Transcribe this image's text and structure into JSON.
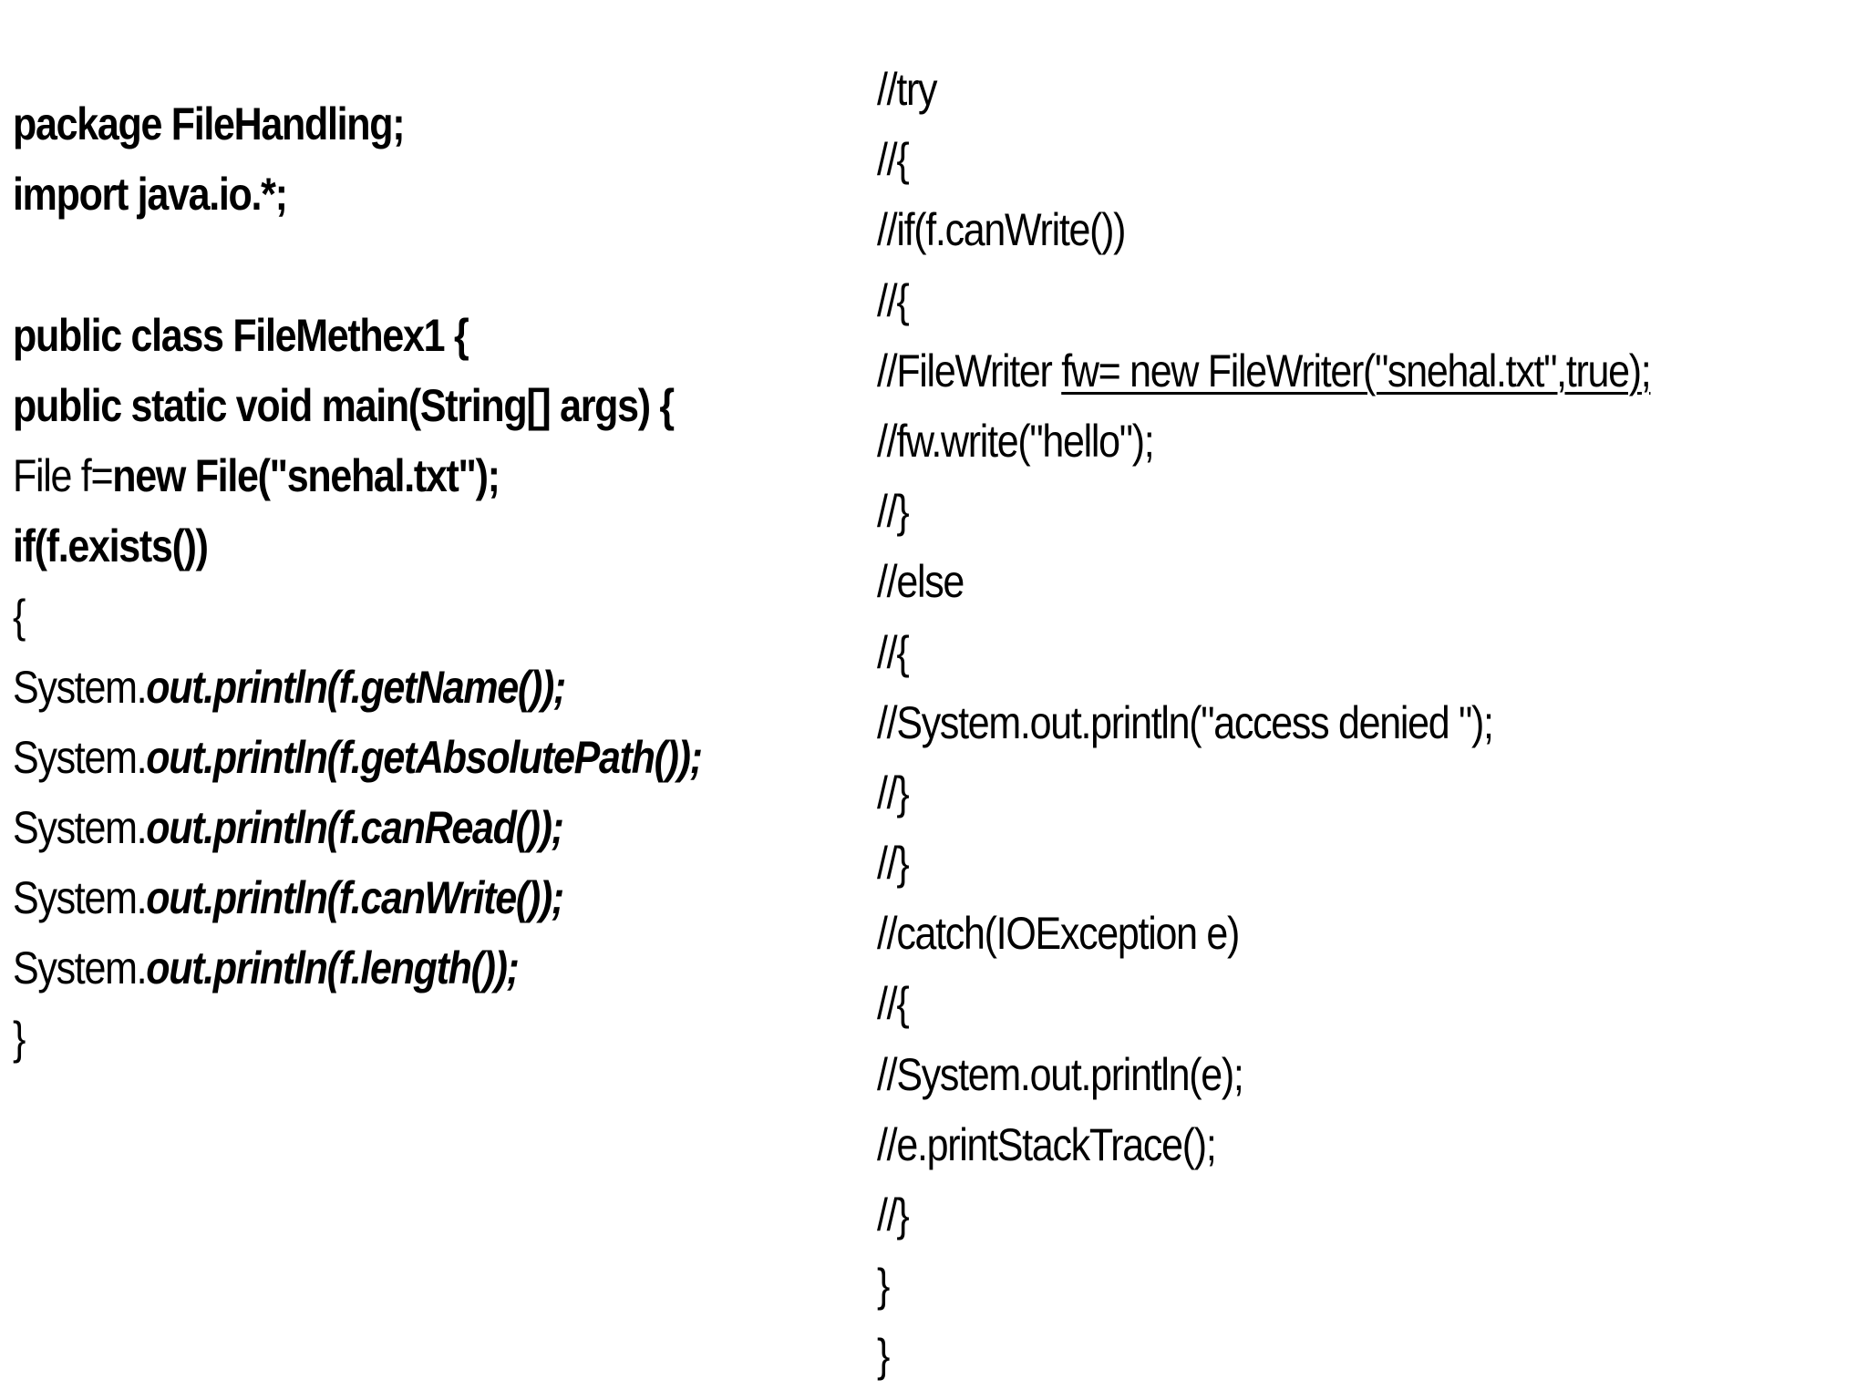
{
  "left_column": {
    "package_line": "package FileHandling;",
    "import_line": "import java.io.*;",
    "class_line": "public class FileMethex1 {",
    "main_line": "public static void main(String[] args) {",
    "file_decl_prefix": "File f=",
    "file_decl_rest": "new File(\"snehal.txt\");",
    "if_line": "if(f.exists())",
    "open_brace": "{",
    "system_prefix": "System.",
    "print_name": "out.println(f.getName());",
    "print_path": "out.println(f.getAbsolutePath());",
    "print_read": "out.println(f.canRead());",
    "print_write": "out.println(f.canWrite());",
    "print_length": "out.println(f.length());",
    "close_brace": "}"
  },
  "right_column": {
    "try_line": "//try",
    "open_1": "//{",
    "if_canwrite": "//if(f.canWrite())",
    "open_2": "//{",
    "filewriter_prefix": "//FileWriter ",
    "filewriter_underlined": "fw= new FileWriter(\"snehal.txt\",true);",
    "fw_write": "//fw.write(\"hello\");",
    "close_1": "//}",
    "else_line": "//else",
    "open_3": "//{",
    "access_denied": "//System.out.println(\"access denied \");",
    "close_2": "//}",
    "close_3": "//}",
    "catch_line": "//catch(IOException e)",
    "open_4": "//{",
    "print_e": "//System.out.println(e);",
    "stack_trace": "//e.printStackTrace();",
    "close_4": "//}",
    "close_brace_1": "}",
    "close_brace_2": "}"
  }
}
